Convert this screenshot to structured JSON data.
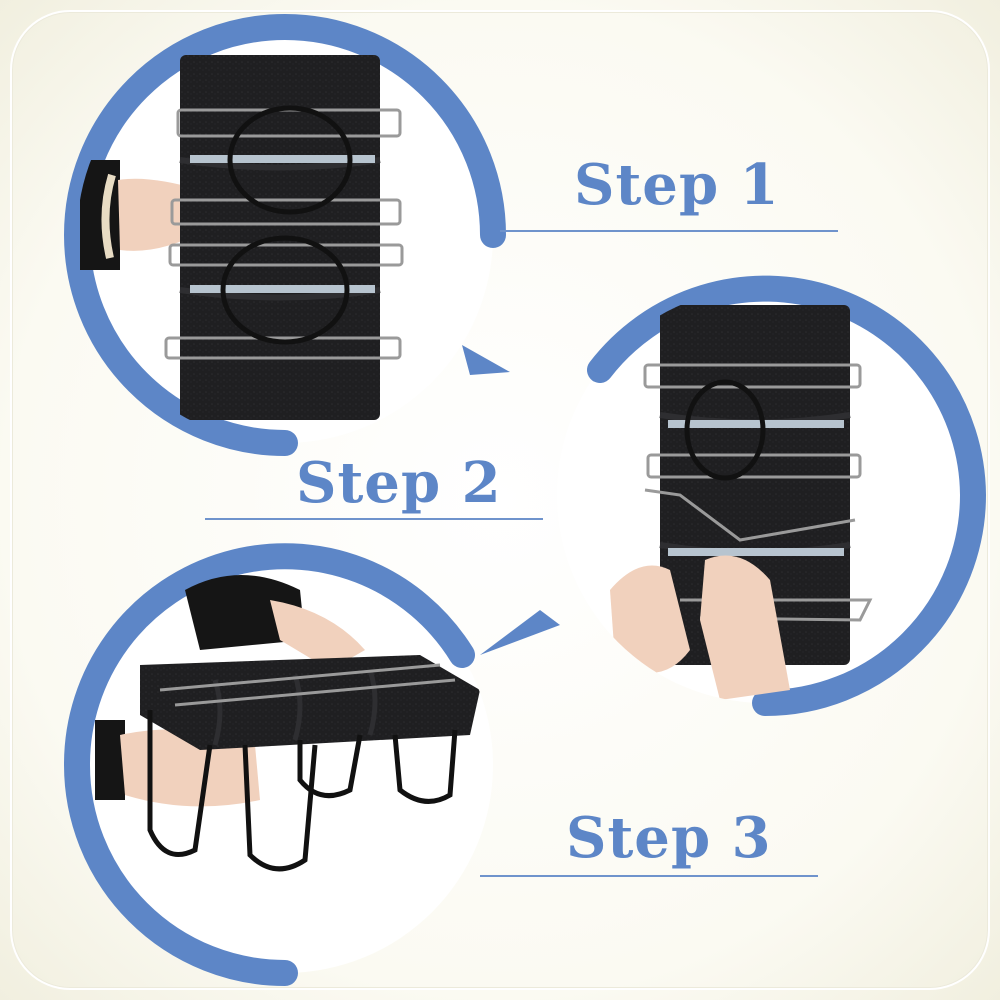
{
  "steps": [
    {
      "label": "Step 1"
    },
    {
      "label": "Step 2"
    },
    {
      "label": "Step 3"
    }
  ],
  "colors": {
    "accent": "#5d86c7",
    "rule": "#6f93cc",
    "foam": "#1f1f21",
    "wire": "#9a9a9a",
    "skin": "#f1d1bd"
  },
  "icons": [
    "foam-block-illustration",
    "wire-frame-illustration",
    "hand-illustration",
    "connector-arrow"
  ]
}
